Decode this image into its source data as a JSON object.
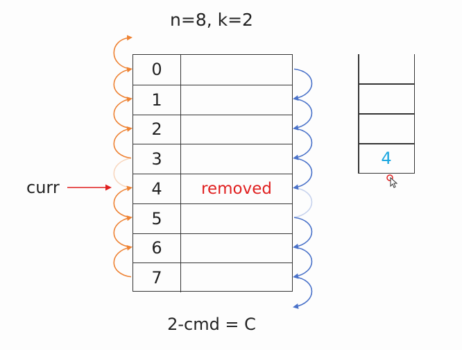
{
  "title": "n=8, k=2",
  "table": {
    "rows": [
      {
        "index": "0",
        "value": ""
      },
      {
        "index": "1",
        "value": ""
      },
      {
        "index": "2",
        "value": ""
      },
      {
        "index": "3",
        "value": ""
      },
      {
        "index": "4",
        "value": "removed"
      },
      {
        "index": "5",
        "value": ""
      },
      {
        "index": "6",
        "value": ""
      },
      {
        "index": "7",
        "value": ""
      }
    ],
    "removed_row": 4
  },
  "pointer": {
    "label": "curr",
    "row": 4
  },
  "stack": {
    "items": [
      "4"
    ]
  },
  "command": "2-cmd = C",
  "colors": {
    "prev_links": "#ee8233",
    "next_links": "#4a72c9",
    "pointer_arrow": "#e01f1f",
    "removed_text": "#e01f1f",
    "stack_text": "#1ca7e0"
  }
}
